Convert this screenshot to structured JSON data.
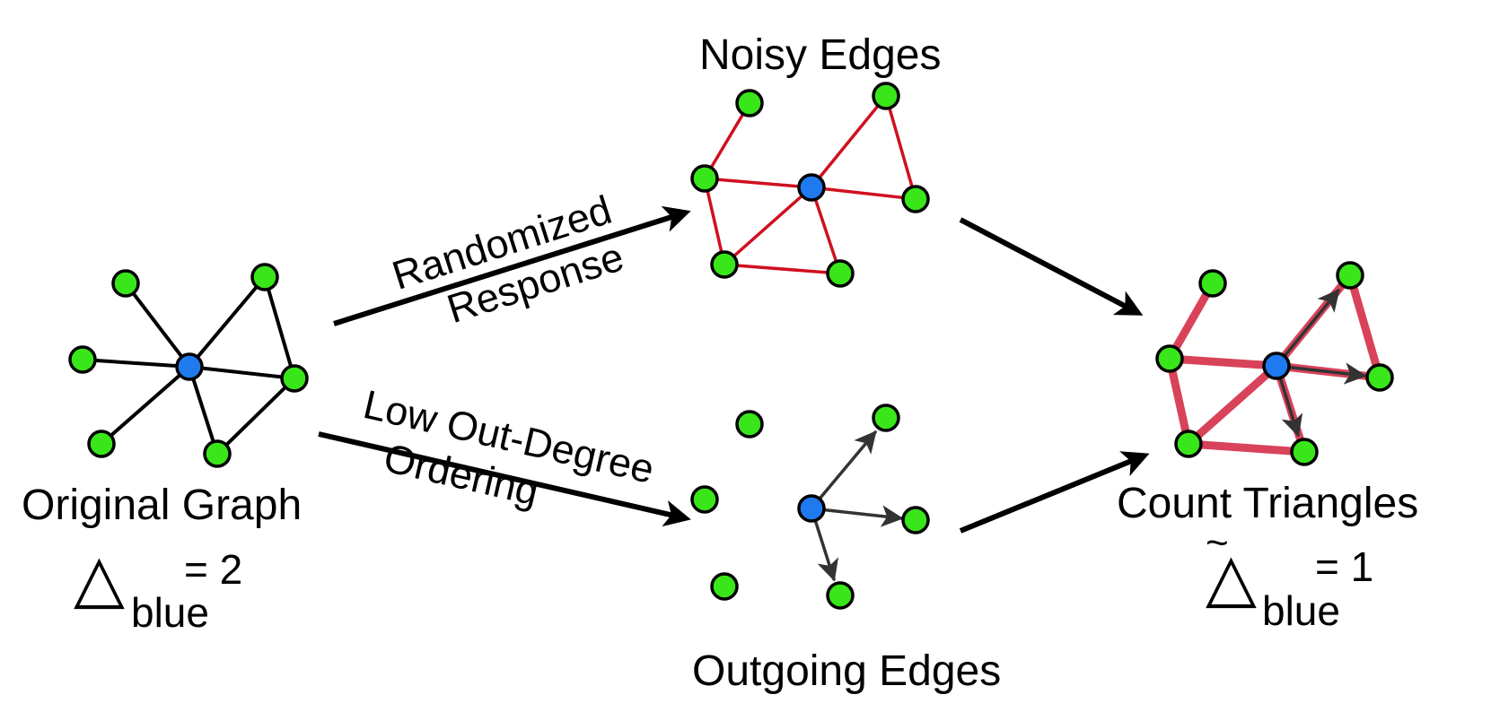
{
  "colors": {
    "node_green": "#39e61a",
    "node_blue": "#1f7af0",
    "edge_black": "#000000",
    "edge_red": "#cf1020",
    "edge_red_thick": "#d9435a",
    "edge_directed": "#333333"
  },
  "labels": {
    "original_graph": "Original Graph",
    "noisy_edges": "Noisy Edges",
    "outgoing_edges": "Outgoing Edges",
    "count_triangles": "Count Triangles",
    "rr_line1": "Randomized",
    "rr_line2": "Response",
    "lod_line1": "Low Out-Degree",
    "lod_line2": "Ordering"
  },
  "formulas": {
    "original": {
      "symbol": "△",
      "subscript": "blue",
      "equals": "= 2"
    },
    "estimate": {
      "symbol": "△",
      "tilde": "~",
      "subscript": "blue",
      "equals": "= 1"
    }
  }
}
